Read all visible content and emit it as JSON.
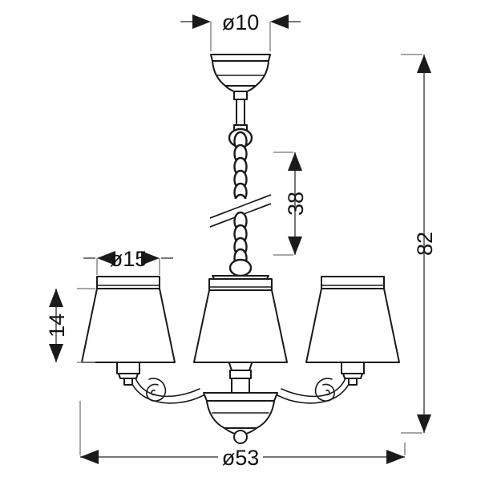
{
  "drawing": {
    "title": "Chandelier technical dimension drawing",
    "subject": "3-arm chandelier with chain suspension",
    "units": "cm",
    "line_color": "#1a1a1a",
    "dim_color": "#4a4a4a",
    "background": "#ffffff"
  },
  "dimensions": {
    "canopy_diameter": {
      "label": "ø10",
      "value": 10,
      "orientation": "horizontal",
      "position": "top",
      "measures": "ceiling canopy diameter",
      "arrow_style": "outward"
    },
    "chain_length": {
      "label": "38",
      "value": 38,
      "orientation": "vertical",
      "position": "center-right",
      "measures": "suspension chain length",
      "arrow_style": "outward",
      "text_rotation": -90
    },
    "overall_height": {
      "label": "82",
      "value": 82,
      "orientation": "vertical",
      "position": "right",
      "measures": "total fixture height",
      "arrow_style": "outward",
      "text_rotation": -90
    },
    "shade_diameter": {
      "label": "ø15",
      "value": 15,
      "orientation": "horizontal",
      "position": "left",
      "measures": "lampshade top diameter",
      "arrow_style": "outward"
    },
    "shade_height": {
      "label": "14",
      "value": 14,
      "orientation": "vertical",
      "position": "far-left",
      "measures": "lampshade height",
      "arrow_style": "outward",
      "text_rotation": -90
    },
    "overall_diameter": {
      "label": "ø53",
      "value": 53,
      "orientation": "horizontal",
      "position": "bottom",
      "measures": "overall fixture spread diameter",
      "arrow_style": "outward"
    }
  },
  "components": {
    "ceiling_canopy": "ceiling-canopy",
    "drop_rod": "drop-rod",
    "chain": "suspension-chain",
    "break_symbol": "chain-break-symbol",
    "body": "central-column-body",
    "arms": [
      "left-scroll-arm",
      "right-scroll-arm"
    ],
    "shades": [
      "left-lampshade",
      "center-lampshade",
      "right-lampshade"
    ],
    "bottom_bowl": "bottom-bowl-finial"
  }
}
